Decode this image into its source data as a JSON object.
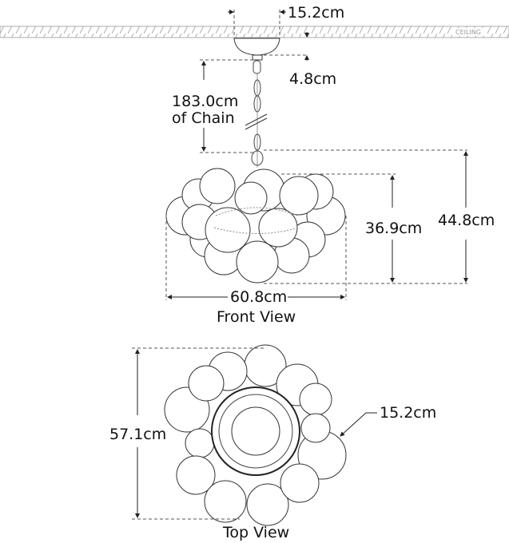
{
  "ceiling_label": "CEILING",
  "dimensions": {
    "canopy_width": "15.2cm",
    "canopy_height": "4.8cm",
    "chain_length": "183.0cm",
    "chain_suffix": "of Chain",
    "overall_height": "44.8cm",
    "body_height": "36.9cm",
    "front_width": "60.8cm",
    "top_diameter": "57.1cm",
    "globe_diameter": "15.2cm"
  },
  "views": {
    "front": "Front View",
    "top": "Top View"
  }
}
